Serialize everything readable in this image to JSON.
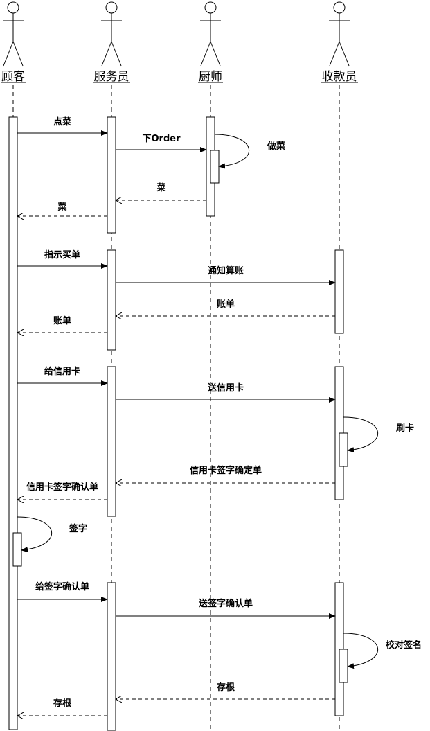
{
  "actors": [
    {
      "id": "customer",
      "name": "顾客"
    },
    {
      "id": "waiter",
      "name": "服务员"
    },
    {
      "id": "chef",
      "name": "厨师"
    },
    {
      "id": "cashier",
      "name": "收款员"
    }
  ],
  "messages": [
    {
      "id": "m1",
      "from": "customer",
      "to": "waiter",
      "label": "点菜",
      "kind": "sync"
    },
    {
      "id": "m2",
      "from": "waiter",
      "to": "chef",
      "label": "下Order",
      "kind": "sync"
    },
    {
      "id": "m3",
      "from": "chef",
      "to": "chef",
      "label": "做菜",
      "kind": "self"
    },
    {
      "id": "m4",
      "from": "chef",
      "to": "waiter",
      "label": "菜",
      "kind": "reply"
    },
    {
      "id": "m5",
      "from": "waiter",
      "to": "customer",
      "label": "菜",
      "kind": "reply"
    },
    {
      "id": "m6",
      "from": "customer",
      "to": "waiter",
      "label": "指示买单",
      "kind": "sync"
    },
    {
      "id": "m7",
      "from": "waiter",
      "to": "cashier",
      "label": "通知算账",
      "kind": "sync"
    },
    {
      "id": "m8",
      "from": "cashier",
      "to": "waiter",
      "label": "账单",
      "kind": "reply"
    },
    {
      "id": "m9",
      "from": "waiter",
      "to": "customer",
      "label": "账单",
      "kind": "reply"
    },
    {
      "id": "m10",
      "from": "customer",
      "to": "waiter",
      "label": "给信用卡",
      "kind": "sync"
    },
    {
      "id": "m11",
      "from": "waiter",
      "to": "cashier",
      "label": "送信用卡",
      "kind": "sync"
    },
    {
      "id": "m12",
      "from": "cashier",
      "to": "cashier",
      "label": "刷卡",
      "kind": "self"
    },
    {
      "id": "m13",
      "from": "cashier",
      "to": "waiter",
      "label": "信用卡签字确定单",
      "kind": "reply"
    },
    {
      "id": "m14",
      "from": "waiter",
      "to": "customer",
      "label": "信用卡签字确认单",
      "kind": "reply"
    },
    {
      "id": "m15",
      "from": "customer",
      "to": "customer",
      "label": "签字",
      "kind": "self"
    },
    {
      "id": "m16",
      "from": "customer",
      "to": "waiter",
      "label": "给签字确认单",
      "kind": "sync"
    },
    {
      "id": "m17",
      "from": "waiter",
      "to": "cashier",
      "label": "送签字确认单",
      "kind": "sync"
    },
    {
      "id": "m18",
      "from": "cashier",
      "to": "cashier",
      "label": "校对签名",
      "kind": "self"
    },
    {
      "id": "m19",
      "from": "cashier",
      "to": "waiter",
      "label": "存根",
      "kind": "reply"
    },
    {
      "id": "m20",
      "from": "waiter",
      "to": "customer",
      "label": "存根",
      "kind": "reply"
    }
  ]
}
